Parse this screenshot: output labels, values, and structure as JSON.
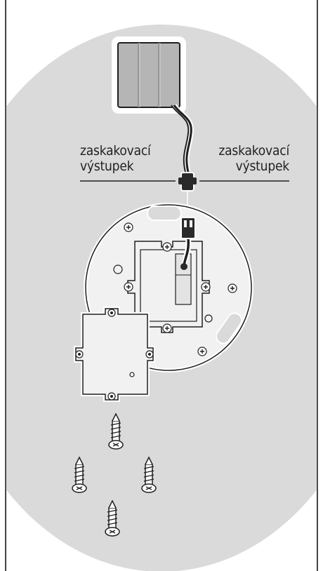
{
  "labels": {
    "left": {
      "line1": "zaskakovací",
      "line2": "výstupek"
    },
    "right": {
      "line1": "zaskakovací",
      "line2": "výstupek"
    }
  },
  "colors": {
    "background_disc": "#dadada",
    "device_body": "#f1f1f1",
    "stroke": "#1f1f1f",
    "battery_fill": "#b5b5b5",
    "frame": "#1a1a1a"
  },
  "icons": [
    "battery-pack-icon",
    "connector-plug-icon",
    "screw-icon"
  ]
}
